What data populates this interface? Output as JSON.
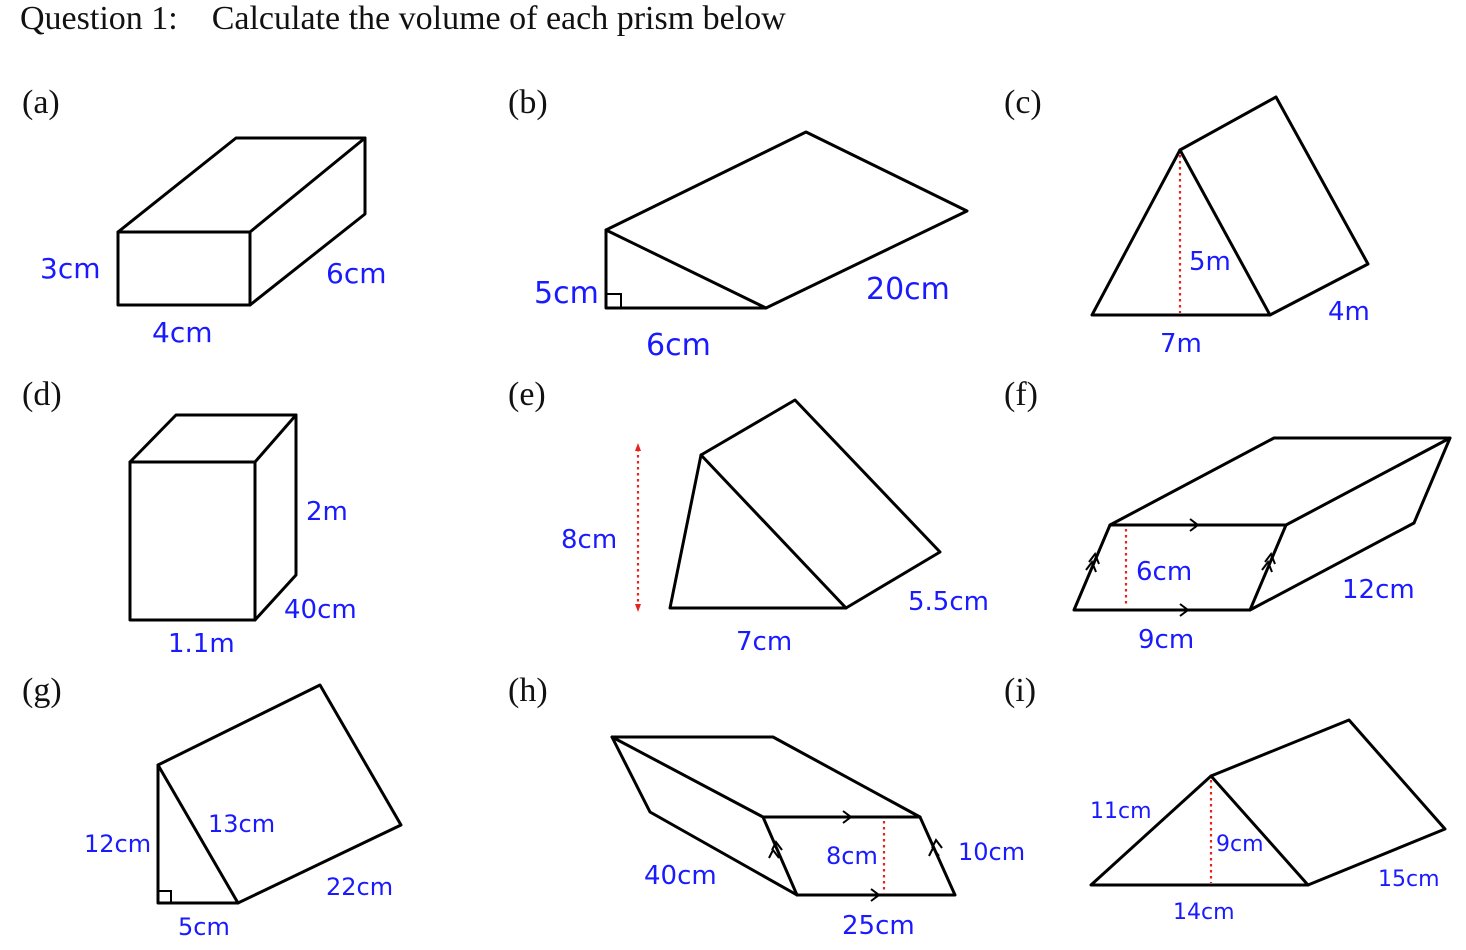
{
  "question": {
    "number": "Question 1:",
    "instruction": "Calculate the volume of each prism below"
  },
  "parts": {
    "a": {
      "label": "(a)",
      "height": "3cm",
      "length": "4cm",
      "depth": "6cm"
    },
    "b": {
      "label": "(b)",
      "height": "5cm",
      "base": "6cm",
      "length": "20cm"
    },
    "c": {
      "label": "(c)",
      "height": "5m",
      "base": "7m",
      "length": "4m"
    },
    "d": {
      "label": "(d)",
      "height": "2m",
      "width": "1.1m",
      "depth": "40cm"
    },
    "e": {
      "label": "(e)",
      "height": "8cm",
      "base": "7cm",
      "length": "5.5cm"
    },
    "f": {
      "label": "(f)",
      "height": "6cm",
      "base": "9cm",
      "length": "12cm"
    },
    "g": {
      "label": "(g)",
      "height": "12cm",
      "hypotenuse": "13cm",
      "base": "5cm",
      "length": "22cm"
    },
    "h": {
      "label": "(h)",
      "height": "8cm",
      "side": "10cm",
      "base": "25cm",
      "length": "40cm"
    },
    "i": {
      "label": "(i)",
      "slant": "11cm",
      "height": "9cm",
      "base": "14cm",
      "length": "15cm"
    }
  },
  "colors": {
    "measurement": "#1a1aff",
    "height_marker": "#e8231d",
    "edges": "#000000"
  }
}
